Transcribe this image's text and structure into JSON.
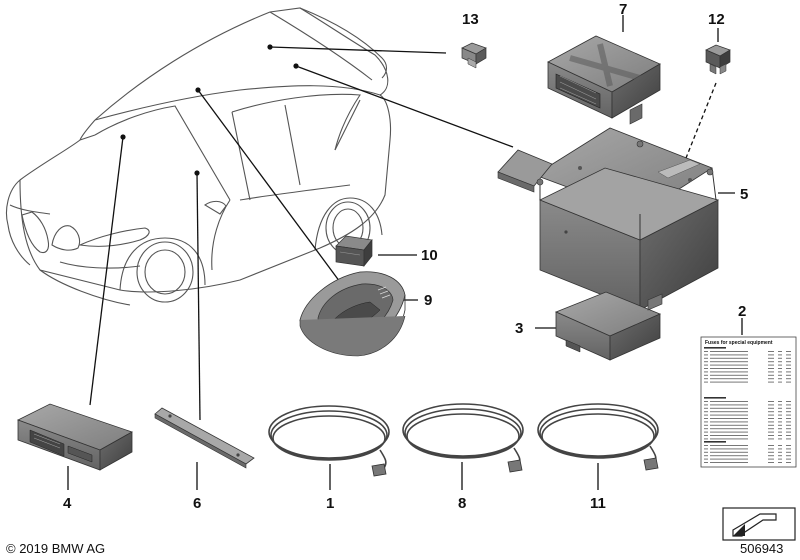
{
  "callouts": [
    {
      "id": "1",
      "label": "1"
    },
    {
      "id": "2",
      "label": "2"
    },
    {
      "id": "3",
      "label": "3"
    },
    {
      "id": "4",
      "label": "4"
    },
    {
      "id": "5",
      "label": "5"
    },
    {
      "id": "6",
      "label": "6"
    },
    {
      "id": "7",
      "label": "7"
    },
    {
      "id": "8",
      "label": "8"
    },
    {
      "id": "9",
      "label": "9"
    },
    {
      "id": "10",
      "label": "10"
    },
    {
      "id": "11",
      "label": "11"
    },
    {
      "id": "12",
      "label": "12"
    },
    {
      "id": "13",
      "label": "13"
    }
  ],
  "footer": {
    "copyright": "© 2019 BMW AG",
    "diagram_number": "506943"
  },
  "spec_sheet": {
    "title": "Fuses for special equipment"
  },
  "colors": {
    "part_fill": "#8c8c8c",
    "part_dark": "#5e5e5e",
    "part_light": "#b3b3b3",
    "outline": "#555555"
  }
}
